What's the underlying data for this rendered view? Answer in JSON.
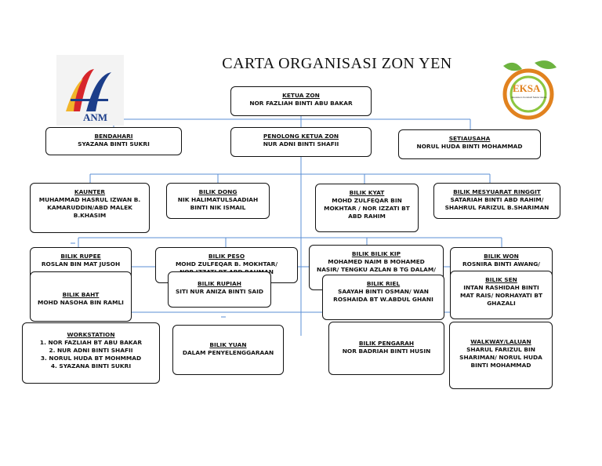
{
  "title": "CARTA ORGANISASI ZON YEN",
  "logos": {
    "left": {
      "text": "ANM",
      "colors": {
        "red": "#d7262b",
        "blue": "#1c3e8a",
        "gold": "#f2b52a"
      }
    },
    "right": {
      "text": "EKSA",
      "subtext": "Ekosistem Kondusif Sektor Awam"
    }
  },
  "boxes": {
    "ketua": {
      "head": "KETUA ZON",
      "body": "NOR FAZLIAH BINTI ABU BAKAR"
    },
    "bendahari": {
      "head": "BENDAHARI",
      "body": "SYAZANA BINTI SUKRI"
    },
    "penolong": {
      "head": "PENOLONG KETUA ZON",
      "body": "NUR ADNI BINTI SHAFII"
    },
    "setiausaha": {
      "head": "SETIAUSAHA",
      "body": "NORUL HUDA BINTI MOHAMMAD"
    },
    "kaunter": {
      "head": "KAUNTER",
      "body": "MUHAMMAD HASRUL IZWAN B.\nKAMARUDDIN/ABD MALEK\nB.KHASIM"
    },
    "dong": {
      "head": "BILIK DONG",
      "body": "NIK HALIMATULSAADIAH\nBINTI NIK ISMAIL"
    },
    "kyat": {
      "head": "BILIK KYAT",
      "body": "MOHD ZULFEQAR BIN\nMOKHTAR / NOR IZZATI BT\nABD RAHIM"
    },
    "mesyuarat": {
      "head": "BILIK MESYUARAT RINGGIT",
      "body": "SATARIAH BINTI ABD RAHIM/\nSHAHRUL FARIZUL B.SHARIMAN"
    },
    "rupee": {
      "head": "BILIK RUPEE",
      "body": "ROSLAN BIN MAT JUSOH"
    },
    "peso": {
      "head": "BILIK PESO",
      "body": "MOHD ZULFEQAR B. MOKHTAR/\nNOR IZZATI BT ABD RAHMAN"
    },
    "kip": {
      "head": "BILIK BILIK KIP",
      "body": "MOHAMED NAIM B MOHAMED\nNASIR/ TENGKU AZLAN B TG DALAM/\nMOHD ALI"
    },
    "won": {
      "head": "BILIK WON",
      "body": "ROSNIRA BINTI AWANG/"
    },
    "baht": {
      "head": "BILIK BAHT",
      "body": "MOHD NASOHA BIN RAMLI"
    },
    "rupiah": {
      "head": "BILIK RUPIAH",
      "body": "SITI NUR ANIZA BINTI SAID"
    },
    "riel": {
      "head": "BILIK RIEL",
      "body": "SAAYAH BINTI OSMAN/ WAN\nROSHAIDA BT W.ABDUL GHANI"
    },
    "sen": {
      "head": "BILIK SEN",
      "body": "INTAN RASHIDAH BINTI\nMAT RAIS/ NORHAYATI BT\nGHAZALI"
    },
    "workstation": {
      "head": "WORKSTATION",
      "body": "1. NOR FAZLIAH BT ABU BAKAR\n2. NUR ADNI BINTI SHAFII\n3. NORUL HUDA BT MOHMMAD\n4. SYAZANA BINTI SUKRI"
    },
    "yuan": {
      "head": "BILIK YUAN",
      "body": "DALAM PENYELENGGARAAN"
    },
    "pengarah": {
      "head": "BILIK PENGARAH",
      "body": "NOR BADRIAH BINTI HUSIN"
    },
    "walkway": {
      "head": "WALKWAY/LALUAN",
      "body": "SHARUL FARIZUL BIN\nSHARIMAN/ NORUL HUDA\nBINTI MOHAMMAD"
    }
  },
  "colors": {
    "connector": "#5b8fd4",
    "border": "#111111"
  }
}
